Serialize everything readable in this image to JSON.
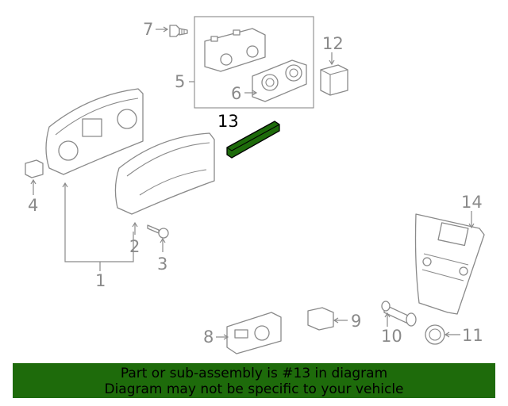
{
  "diagram": {
    "callouts": {
      "c1": "1",
      "c2": "2",
      "c3": "3",
      "c4": "4",
      "c5": "5",
      "c6": "6",
      "c7": "7",
      "c8": "8",
      "c9": "9",
      "c10": "10",
      "c11": "11",
      "c12": "12",
      "c13": "13",
      "c14": "14"
    },
    "highlighted_part": "13",
    "colors": {
      "highlight": "#1e6b0b",
      "line": "#8a8a8a",
      "banner": "#1e6b0b"
    }
  },
  "banner": {
    "line1": "Part or sub-assembly is #13 in diagram",
    "line2": "Diagram may not be specific to your vehicle"
  }
}
